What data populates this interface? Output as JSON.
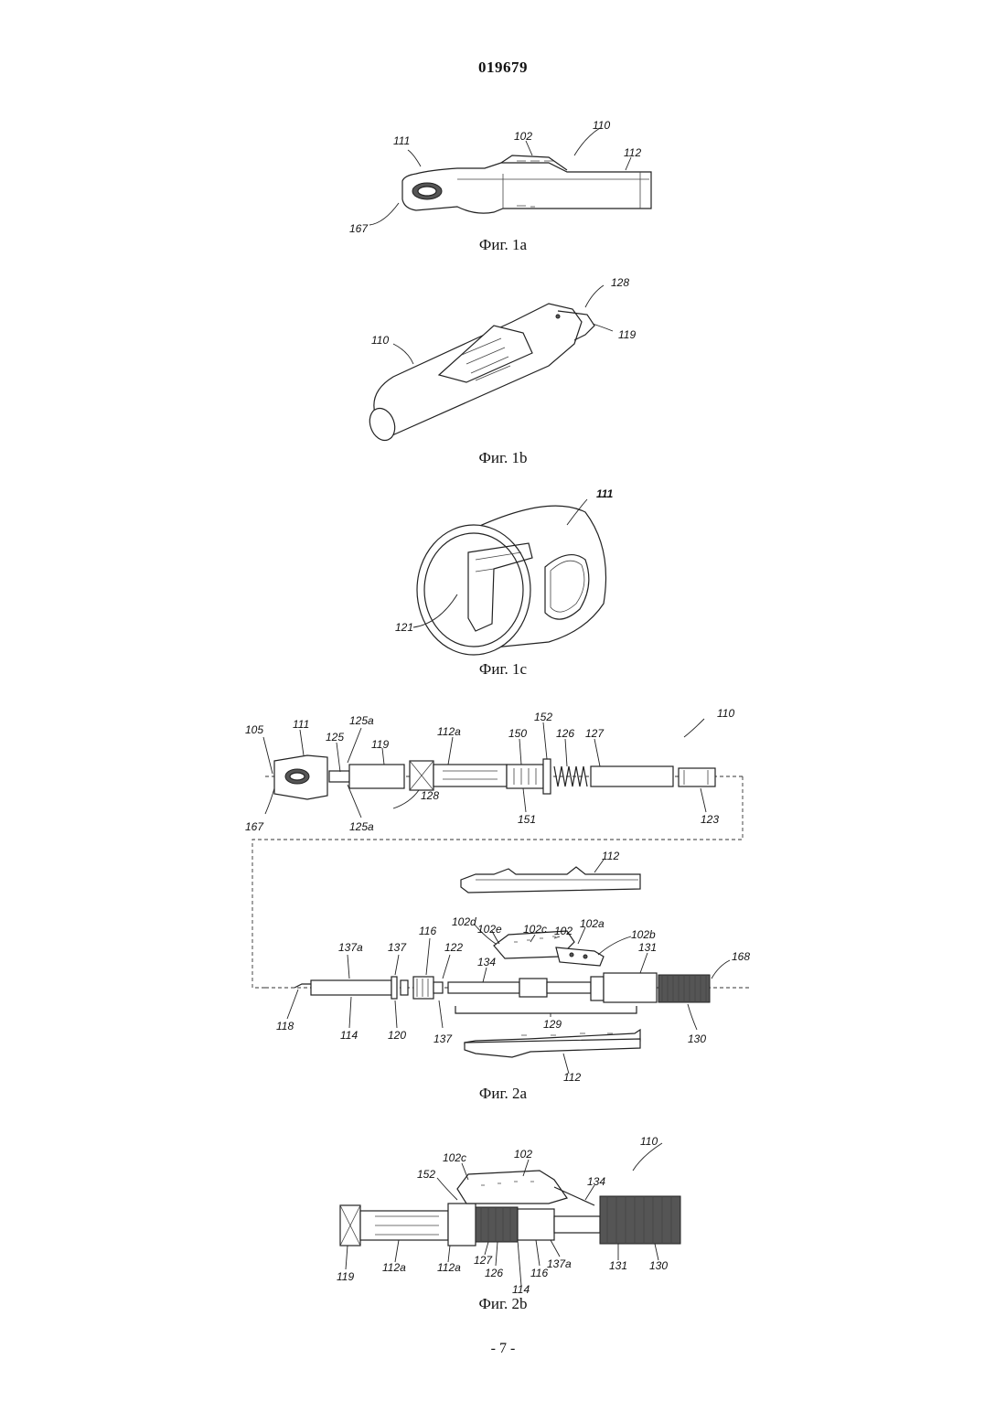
{
  "page": {
    "doc_number": "019679",
    "page_number": "- 7 -"
  },
  "figures": [
    {
      "caption": "Фиг. 1a",
      "labels": [
        "111",
        "102",
        "110",
        "112",
        "167"
      ]
    },
    {
      "caption": "Фиг. 1b",
      "labels": [
        "128",
        "119",
        "110"
      ]
    },
    {
      "caption": "Фиг. 1c",
      "labels": [
        "111",
        "121"
      ]
    },
    {
      "caption": "Фиг. 2a",
      "labels": [
        "105",
        "111",
        "125a",
        "125",
        "119",
        "112a",
        "150",
        "152",
        "126",
        "127",
        "110",
        "167",
        "125a",
        "128",
        "151",
        "123",
        "112",
        "102e",
        "102c",
        "102",
        "102d",
        "102a",
        "102b",
        "137a",
        "137",
        "116",
        "122",
        "134",
        "131",
        "168",
        "118",
        "114",
        "120",
        "137",
        "129",
        "130",
        "112"
      ]
    },
    {
      "caption": "Фиг. 2b",
      "labels": [
        "110",
        "102c",
        "102",
        "152",
        "134",
        "119",
        "112a",
        "112a",
        "127",
        "126",
        "114",
        "116",
        "137a",
        "131",
        "130"
      ]
    }
  ]
}
